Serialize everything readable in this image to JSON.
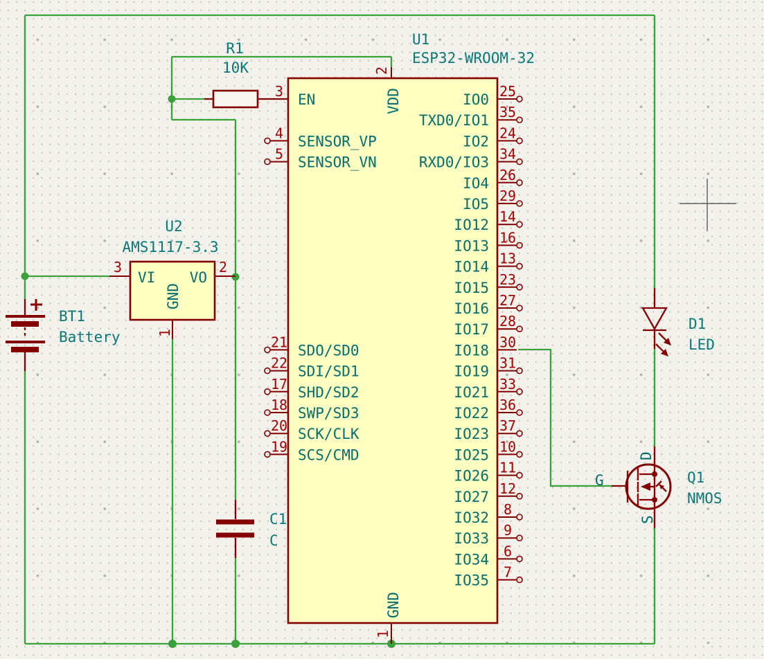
{
  "app": {
    "description": "KiCad schematic canvas - ESP32 battery LED driver circuit"
  },
  "colors": {
    "background": "#F2F1EB",
    "grid_dot": "#C6C6BF",
    "wire_green": "#3BA23B",
    "symbol_outline": "#840000",
    "pin_number_red": "#A40000",
    "pin_name_teal": "#056D6D",
    "label_teal": "#0A7878",
    "symbol_fill": "#FFFFC2",
    "crosshair_gray": "#5D5D5D"
  },
  "u1": {
    "reference": "U1",
    "value": "ESP32-WROOM-32",
    "top_pin": {
      "name": "VDD",
      "number": "2"
    },
    "bottom_pin": {
      "name": "GND",
      "number": "1"
    },
    "left_pins": [
      {
        "number": "3",
        "name": "EN",
        "row": 0,
        "connected": true
      },
      {
        "number": "4",
        "name": "SENSOR_VP",
        "row": 2
      },
      {
        "number": "5",
        "name": "SENSOR_VN",
        "row": 3
      },
      {
        "number": "21",
        "name": "SDO/SD0",
        "row": 12
      },
      {
        "number": "22",
        "name": "SDI/SD1",
        "row": 13
      },
      {
        "number": "17",
        "name": "SHD/SD2",
        "row": 14
      },
      {
        "number": "18",
        "name": "SWP/SD3",
        "row": 15
      },
      {
        "number": "20",
        "name": "SCK/CLK",
        "row": 16
      },
      {
        "number": "19",
        "name": "SCS/CMD",
        "row": 17
      }
    ],
    "right_pins": [
      {
        "number": "25",
        "name": "IO0",
        "row": 0
      },
      {
        "number": "35",
        "name": "TXD0/IO1",
        "row": 1
      },
      {
        "number": "24",
        "name": "IO2",
        "row": 2
      },
      {
        "number": "34",
        "name": "RXD0/IO3",
        "row": 3
      },
      {
        "number": "26",
        "name": "IO4",
        "row": 4
      },
      {
        "number": "29",
        "name": "IO5",
        "row": 5
      },
      {
        "number": "14",
        "name": "IO12",
        "row": 6
      },
      {
        "number": "16",
        "name": "IO13",
        "row": 7
      },
      {
        "number": "13",
        "name": "IO14",
        "row": 8
      },
      {
        "number": "23",
        "name": "IO15",
        "row": 9
      },
      {
        "number": "27",
        "name": "IO16",
        "row": 10
      },
      {
        "number": "28",
        "name": "IO17",
        "row": 11
      },
      {
        "number": "30",
        "name": "IO18",
        "row": 12,
        "connected": true
      },
      {
        "number": "31",
        "name": "IO19",
        "row": 13
      },
      {
        "number": "33",
        "name": "IO21",
        "row": 14
      },
      {
        "number": "36",
        "name": "IO22",
        "row": 15
      },
      {
        "number": "37",
        "name": "IO23",
        "row": 16
      },
      {
        "number": "10",
        "name": "IO25",
        "row": 17
      },
      {
        "number": "11",
        "name": "IO26",
        "row": 18
      },
      {
        "number": "12",
        "name": "IO27",
        "row": 19
      },
      {
        "number": "8",
        "name": "IO32",
        "row": 20
      },
      {
        "number": "9",
        "name": "IO33",
        "row": 21
      },
      {
        "number": "6",
        "name": "IO34",
        "row": 22
      },
      {
        "number": "7",
        "name": "IO35",
        "row": 23
      }
    ]
  },
  "u2": {
    "reference": "U2",
    "value": "AMS1117-3.3",
    "pin_in": {
      "name": "VI",
      "number": "3"
    },
    "pin_out": {
      "name": "VO",
      "number": "2"
    },
    "pin_gnd": {
      "name": "GND",
      "number": "1"
    }
  },
  "r1": {
    "reference": "R1",
    "value": "10K"
  },
  "bt1": {
    "reference": "BT1",
    "value": "Battery",
    "polarity": "+"
  },
  "c1": {
    "reference": "C1",
    "value": "C"
  },
  "d1": {
    "reference": "D1",
    "value": "LED"
  },
  "q1": {
    "reference": "Q1",
    "value": "NMOS",
    "gate_label": "G",
    "drain_label": "D",
    "source_label": "S"
  }
}
